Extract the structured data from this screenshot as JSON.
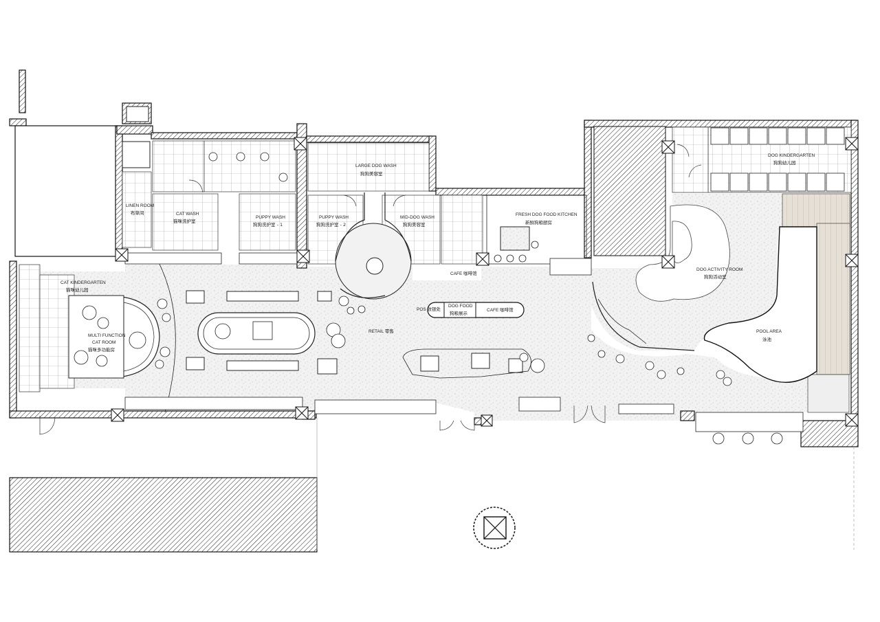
{
  "rooms": {
    "linen_room": {
      "en": "LINEN ROOM",
      "cn": "布草间"
    },
    "cat_wash": {
      "en": "CAT WASH",
      "cn": "猫咪洗护室"
    },
    "puppy_wash_1": {
      "en": "PUPPY WASH",
      "cn": "狗狗洗护室 - 1"
    },
    "large_dog_wash": {
      "en": "LARGE DOG WASH",
      "cn": "狗狗美容室"
    },
    "puppy_wash_2": {
      "en": "PUPPY WASH",
      "cn": "狗狗洗护室 - 2"
    },
    "mid_dog_wash": {
      "en": "MID-DOG WASH",
      "cn": "狗狗美容室"
    },
    "fresh_kitchen": {
      "en": "FRESH DOG FOOD KITCHEN",
      "cn": "新鲜狗粮厨房"
    },
    "cafe_small": {
      "en": "CAFE 咖啡馆"
    },
    "dog_kindergarten": {
      "en": "DOG KINDERGARTEN",
      "cn": "狗狗幼儿园"
    },
    "dog_activity": {
      "en": "DOG ACTIVITY ROOM",
      "cn": "狗狗活动室"
    },
    "pool": {
      "en": "POOL  AREA",
      "cn": "泳池"
    },
    "cat_kindergarten": {
      "en": "CAT KINDERGARTEN",
      "cn": "猫咪幼儿园"
    },
    "multi_function": {
      "en": "MULTI FUNCTION",
      "en2": "CAT ROOM",
      "cn": "猫咪多功能房"
    },
    "retail": {
      "en": "RETAIL 零售"
    },
    "pos": {
      "en": "POS 收银处"
    },
    "dog_food": {
      "en": "DOG FOOD",
      "cn": "狗粮展示"
    },
    "cafe_counter": {
      "en": "CAFE 咖啡馆"
    }
  }
}
